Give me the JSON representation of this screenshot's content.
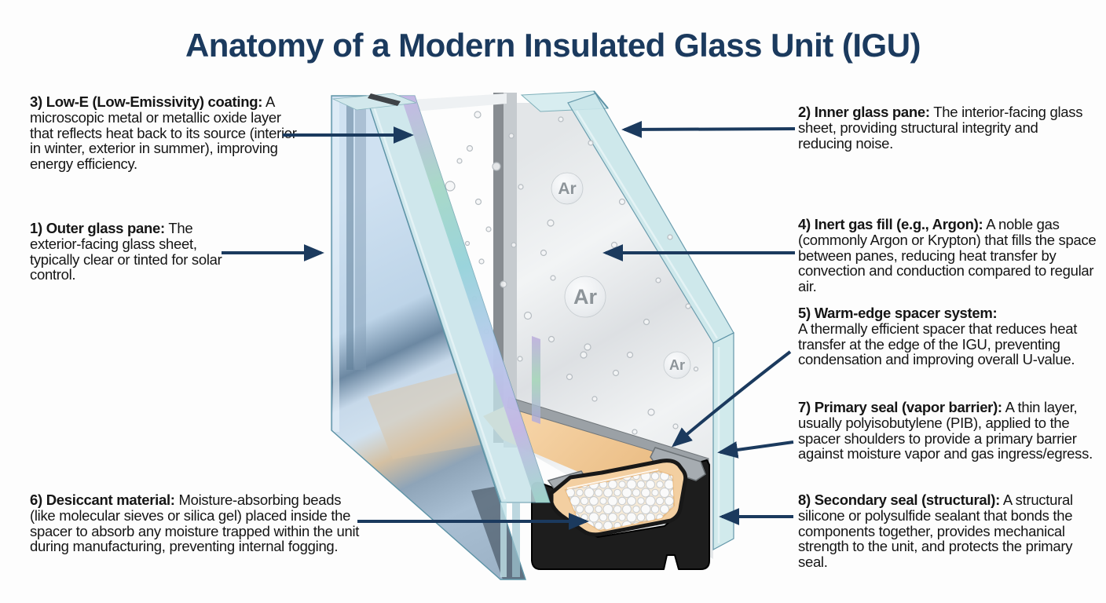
{
  "title": "Anatomy of a Modern Insulated Glass Unit (IGU)",
  "labels": {
    "low_e": {
      "lead": "3) Low-E (Low-Emissivity) coating:",
      "text": "A microscopic metal or metallic oxide layer that reflects heat back to its source (interior in winter, exterior in summer), improving energy efficiency."
    },
    "outer_pane": {
      "lead": "1) Outer glass pane:",
      "text": "The exterior-facing glass sheet, typically clear or tinted for solar control."
    },
    "desiccant": {
      "lead": "6) Desiccant material:",
      "text": "Moisture-absorbing beads (like molecular sieves or silica gel) placed inside the spacer to absorb any moisture trapped within the unit during manufacturing, preventing internal fogging."
    },
    "inner_pane": {
      "lead": "2) Inner glass pane:",
      "text": "The interior-facing glass sheet, providing structural integrity and reducing noise."
    },
    "gas_fill": {
      "lead": "4) Inert gas fill (e.g., Argon):",
      "text": "A noble gas (commonly Argon or Krypton) that fills the space between panes, reducing heat transfer by convection and conduction compared to regular air."
    },
    "spacer": {
      "lead": "5) Warm-edge spacer system:",
      "text": "A thermally efficient spacer that reduces heat transfer at the edge of the IGU, preventing condensation and improving overall U-value."
    },
    "primary_seal": {
      "lead": "7) Primary seal (vapor barrier):",
      "text": "A thin layer, usually polyisobutylene (PIB), applied to the spacer shoulders to provide a primary barrier against moisture vapor and gas ingress/egress."
    },
    "secondary_seal": {
      "lead": "8) Secondary seal (structural):",
      "text": "A structural silicone or polysulfide sealant that bonds the components together, provides mechanical strength to the unit, and protects the primary seal."
    }
  },
  "diagram": {
    "argon_symbol": "Ar",
    "colors": {
      "accent_navy": "#1b3a5e",
      "glass_teal": "#c9e6ea",
      "glass_blue": "#bdd4e8",
      "pib_peach": "#f3cfa1",
      "seal_black": "#1d1d1d",
      "desiccant_white": "#fafafa",
      "argon_text_gray": "#8d9499",
      "text_ink": "#151515"
    }
  }
}
